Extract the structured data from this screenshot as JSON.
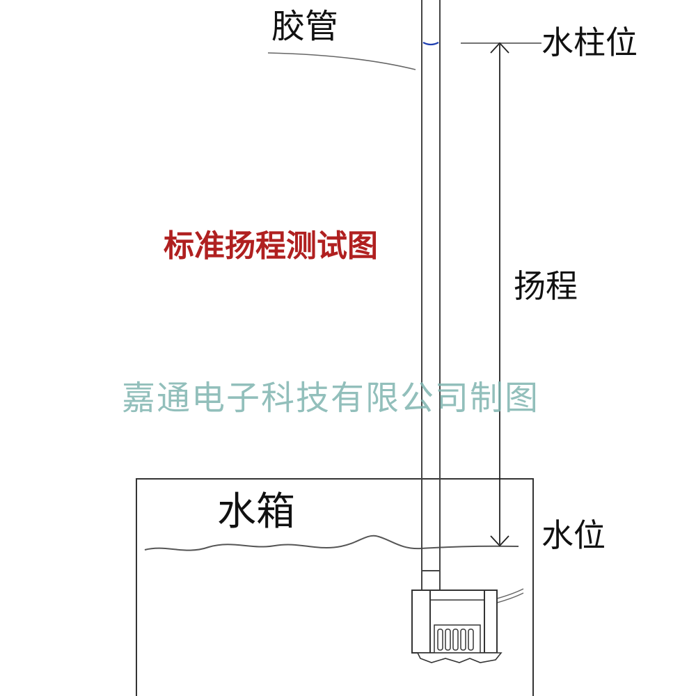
{
  "labels": {
    "hose": "胶管",
    "water_column_level": "水柱位",
    "title": "标准扬程测试图",
    "head": "扬程",
    "credit": "嘉通电子科技有限公司制图",
    "water_tank": "水箱",
    "water_level": "水位"
  },
  "colors": {
    "line": "#333333",
    "title": "#b02020",
    "credit": "#7fb4b0",
    "water_mark": "#1f3fb0"
  }
}
